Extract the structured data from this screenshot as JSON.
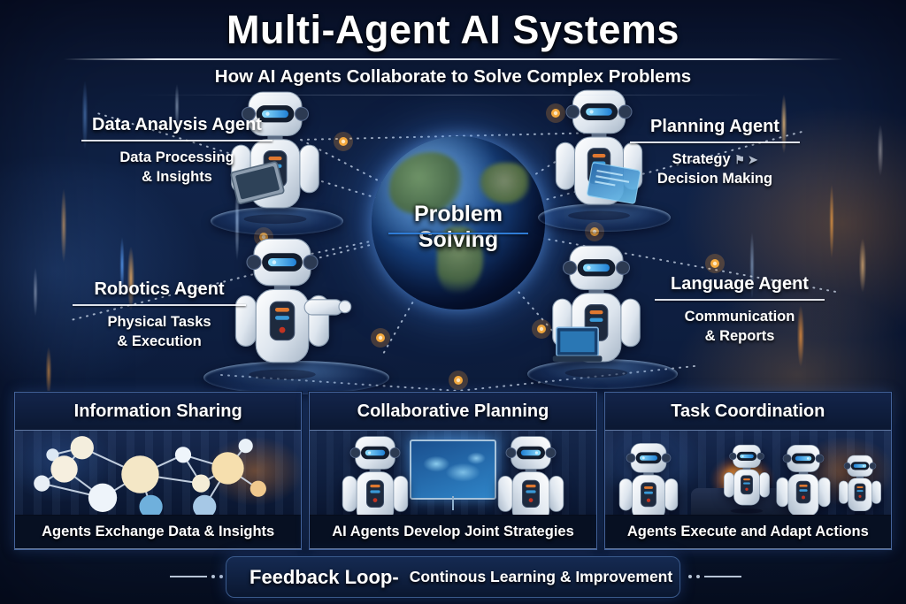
{
  "header": {
    "title": "Multi-Agent AI Systems",
    "subtitle": "How AI Agents Collaborate to Solve Complex Problems"
  },
  "center": {
    "label": "Problem Solving"
  },
  "agents": [
    {
      "name": "Data Analysis Agent",
      "line1": "Data Processing",
      "line2": "& Insights"
    },
    {
      "name": "Planning Agent",
      "line1": "Strategy",
      "glyphs": "⚑ ➤",
      "line2": "Decision Making"
    },
    {
      "name": "Robotics Agent",
      "line1": "Physical Tasks",
      "line2": "& Execution"
    },
    {
      "name": "Language Agent",
      "line1": "Communication",
      "line2": "& Reports"
    }
  ],
  "panels": [
    {
      "title": "Information Sharing",
      "caption": "Agents Exchange Data & Insights"
    },
    {
      "title": "Collaborative Planning",
      "caption": "AI Agents Develop Joint Strategies"
    },
    {
      "title": "Task Coordination",
      "caption": "Agents Execute and Adapt Actions"
    }
  ],
  "footer": {
    "title": "Feedback Loop-",
    "subtitle": "Continous Learning & Improvement",
    "icon": "feedback-loop-ring-icon"
  },
  "colors": {
    "background_navy": "#0d1d3e",
    "accent_blue_underline": "#2f7cd6",
    "node_orange": "#f5a93c",
    "panel_border": "#44639a",
    "text": "#ffffff",
    "ring_yellow": "#f2c040",
    "ring_white": "#f4f8fc",
    "ring_blue": "#3da5e0",
    "ring_red": "#e0512a",
    "eye_glow_blue": "#4fc3f7"
  }
}
